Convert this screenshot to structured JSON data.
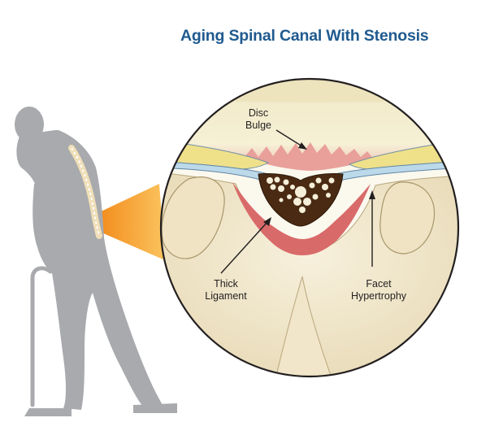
{
  "title": "Aging Spinal Canal With Stenosis",
  "labels": {
    "disc_bulge": "Disc\nBulge",
    "thick_ligament": "Thick\nLigament",
    "facet_hypertrophy": "Facet\nHypertrophy"
  },
  "colors": {
    "title": "#1f5a8f",
    "figure": "#a8aaad",
    "spine": "#f0dfb8",
    "callout_orange": "#f59a23",
    "disc": "#f7f1d2",
    "disc_bulge_red": "#e9a09a",
    "ligament_yellow": "#efe08a",
    "membrane_blue": "#bcd9ea",
    "thick_ligament_red": "#d96a6a",
    "bone": "#f3ead2",
    "cord_dark": "#4a2a12"
  }
}
